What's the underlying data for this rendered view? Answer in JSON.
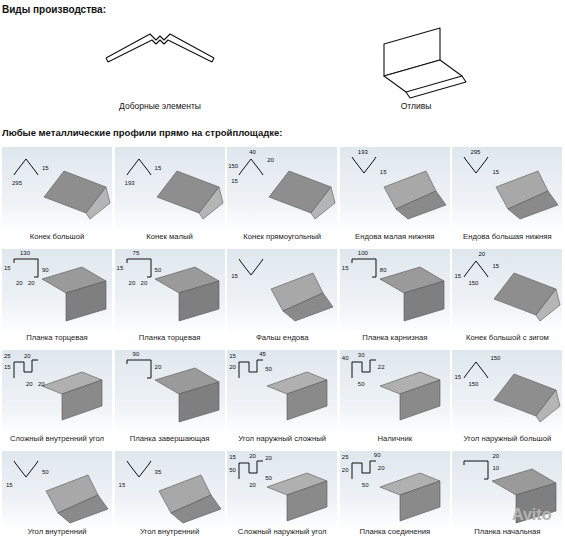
{
  "diagram": {
    "title": "Виды производства:",
    "nodes": [
      {
        "text": [
          "Конек большой"
        ]
      },
      {
        "text": [
          "Конек малый"
        ]
      },
      {
        "text": [
          "Конек прямоугольный"
        ]
      },
      {
        "text": [
          "Ендова малая нижняя"
        ]
      },
      {
        "text": [
          "Ендова большая нижняя"
        ]
      },
      {
        "text": [
          "Планка торцевая"
        ]
      },
      {
        "text": [
          "Планка торцевая"
        ]
      },
      {
        "text": [
          "Фальш ендова"
        ]
      },
      {
        "text": [
          "Планка карнизная"
        ]
      },
      {
        "text": [
          "Конек большой с зигом"
        ]
      },
      {
        "text": [
          "Сложный внутренний угол"
        ]
      },
      {
        "text": [
          "Планка завершающая"
        ]
      },
      {
        "text": [
          "Угол наружный сложный"
        ]
      },
      {
        "text": [
          "Наличник"
        ]
      },
      {
        "text": [
          "Угол наружный большой"
        ]
      },
      {
        "text": [
          "Угол внутренний"
        ]
      },
      {
        "text": [
          "Угол внутренний"
        ]
      },
      {
        "text": [
          "Сложный наружный угол"
        ]
      },
      {
        "text": [
          "Планка соединения"
        ]
      },
      {
        "text": [
          "Планка начальная"
        ]
      }
    ],
    "labels": [
      "Доборные элементы",
      "Отливы",
      "Любые металлические профили прямо на стройплощадке:",
      "15",
      "295",
      "15",
      "193",
      "40",
      "20",
      "150",
      "15",
      "193",
      "15",
      "295",
      "15",
      "130",
      "15",
      "90",
      "20",
      "20",
      "75",
      "15",
      "50",
      "20",
      "20",
      "15",
      "100",
      "80",
      "15",
      "20",
      "15",
      "150",
      "15",
      "25",
      "15",
      "20",
      "20",
      "20",
      "90",
      "20",
      "15",
      "20",
      "45",
      "50",
      "40",
      "30",
      "22",
      "50",
      "150",
      "15",
      "150",
      "50",
      "15",
      "35",
      "15",
      "20",
      "20",
      "15",
      "50",
      "50",
      "20",
      "25",
      "90",
      "20",
      "20",
      "50",
      "20",
      "10",
      "Avito"
    ]
  }
}
